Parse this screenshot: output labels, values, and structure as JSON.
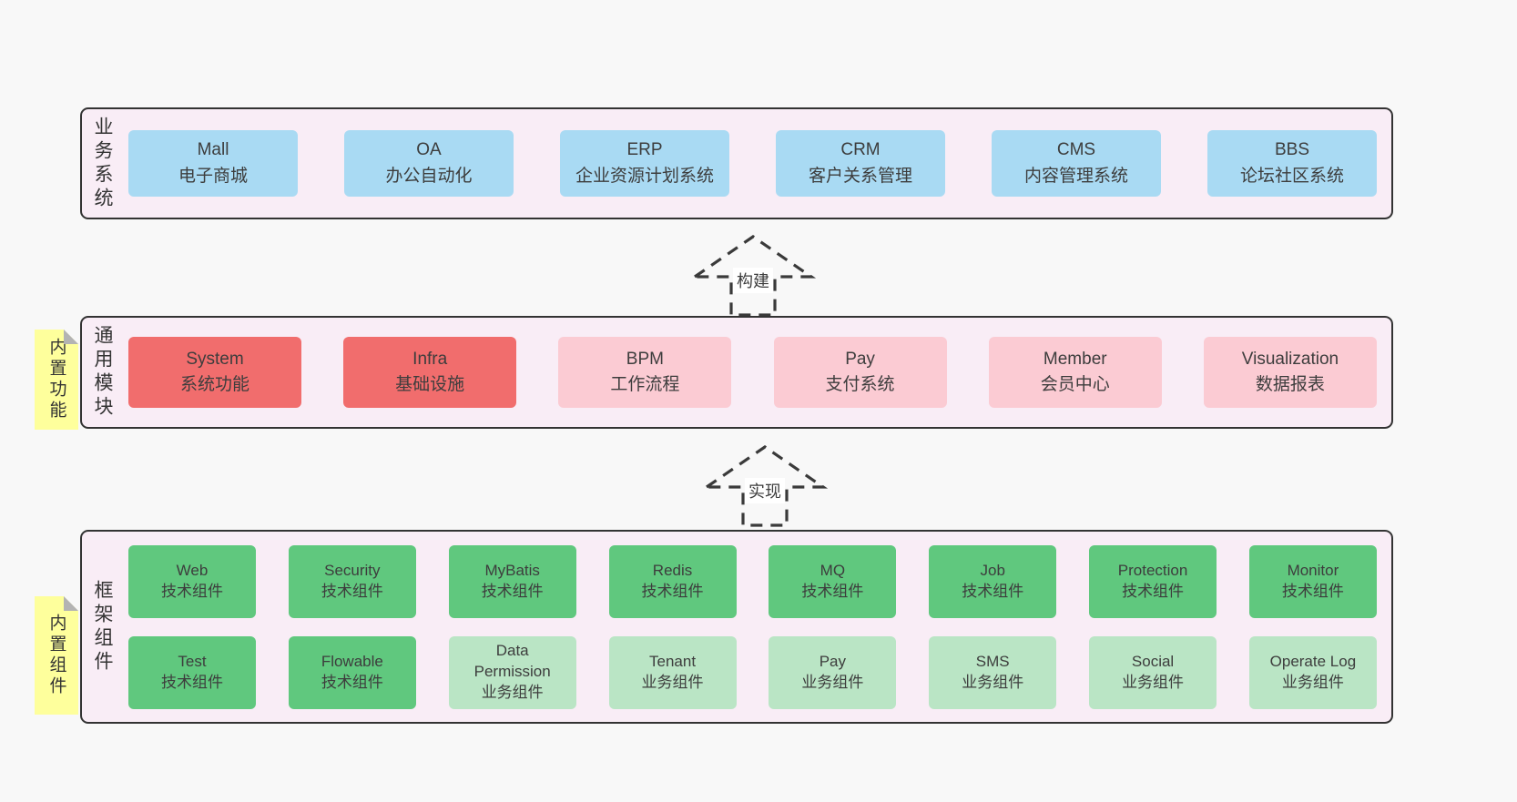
{
  "colors": {
    "page_bg": "#f8f8f8",
    "band_bg": "#f9edf6",
    "band_border": "#333333",
    "blue_box": "#a9daf3",
    "red_box": "#f16d6d",
    "pink_box": "#fbcbd3",
    "green_box": "#60c87e",
    "light_green_box": "#bae5c5",
    "sticky_yellow": "#feff9c",
    "fold_gray": "#b3b3b3",
    "arrow_stroke": "#3a3a3a"
  },
  "bands": [
    {
      "label": "业务系统",
      "boxes": [
        {
          "name": "Mall",
          "desc": "电子商城"
        },
        {
          "name": "OA",
          "desc": "办公自动化"
        },
        {
          "name": "ERP",
          "desc": "企业资源计划系统"
        },
        {
          "name": "CRM",
          "desc": "客户关系管理"
        },
        {
          "name": "CMS",
          "desc": "内容管理系统"
        },
        {
          "name": "BBS",
          "desc": "论坛社区系统"
        }
      ]
    },
    {
      "label": "通用模块",
      "sticky": "内置功能",
      "boxes": [
        {
          "name": "System",
          "desc": "系统功能"
        },
        {
          "name": "Infra",
          "desc": "基础设施"
        },
        {
          "name": "BPM",
          "desc": "工作流程"
        },
        {
          "name": "Pay",
          "desc": "支付系统"
        },
        {
          "name": "Member",
          "desc": "会员中心"
        },
        {
          "name": "Visualization",
          "desc": "数据报表"
        }
      ]
    },
    {
      "label": "框架组件",
      "sticky": "内置组件",
      "rows": [
        [
          {
            "name": "Web",
            "desc": "技术组件"
          },
          {
            "name": "Security",
            "desc": "技术组件"
          },
          {
            "name": "MyBatis",
            "desc": "技术组件"
          },
          {
            "name": "Redis",
            "desc": "技术组件"
          },
          {
            "name": "MQ",
            "desc": "技术组件"
          },
          {
            "name": "Job",
            "desc": "技术组件"
          },
          {
            "name": "Protection",
            "desc": "技术组件"
          },
          {
            "name": "Monitor",
            "desc": "技术组件"
          }
        ],
        [
          {
            "name": "Test",
            "desc": "技术组件"
          },
          {
            "name": "Flowable",
            "desc": "技术组件"
          },
          {
            "name": "Data Permission",
            "desc": "业务组件"
          },
          {
            "name": "Tenant",
            "desc": "业务组件"
          },
          {
            "name": "Pay",
            "desc": "业务组件"
          },
          {
            "name": "SMS",
            "desc": "业务组件"
          },
          {
            "name": "Social",
            "desc": "业务组件"
          },
          {
            "name": "Operate Log",
            "desc": "业务组件"
          }
        ]
      ]
    }
  ],
  "arrows": [
    {
      "label": "构建"
    },
    {
      "label": "实现"
    }
  ]
}
